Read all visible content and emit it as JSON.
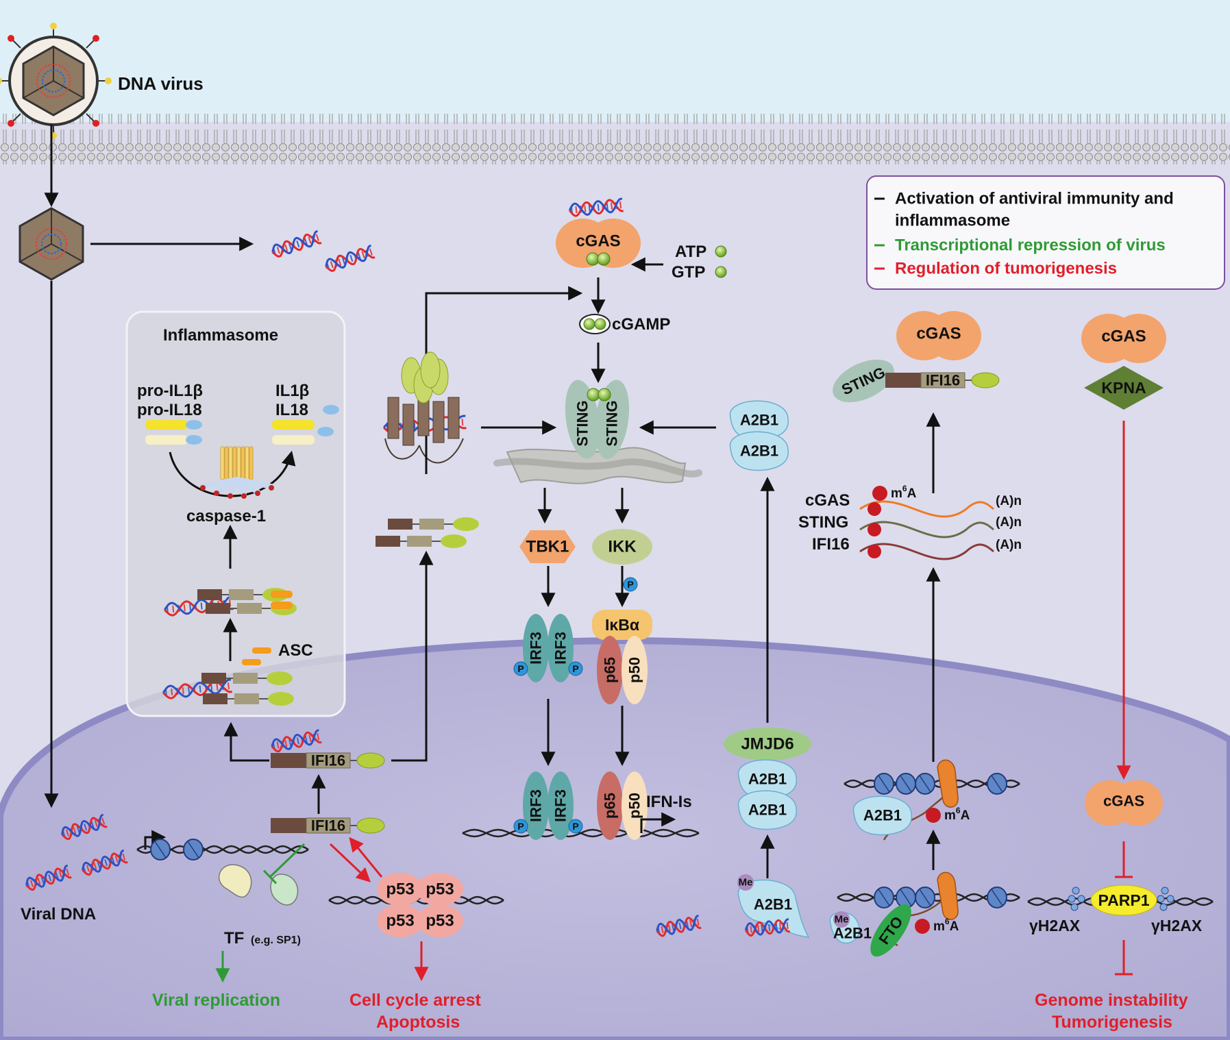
{
  "colors": {
    "extracellular": "#deeff7",
    "cytoplasm": "#dcdcec",
    "nucleus": "#bdb9da",
    "black_path": "#111111",
    "green_path": "#2f9a35",
    "red_path": "#e01f2a",
    "cgas": "#f3a36c",
    "sting": "#a8c4b7",
    "irf3": "#5fa8a8",
    "ikk": "#c2cf93",
    "tbk1": "#f3a36c",
    "ikba": "#f4c46e",
    "p65": "#c86c66",
    "p50": "#f8dfbe",
    "p53": "#f2a8a0",
    "a2b1": "#bde2ef",
    "jmjd6": "#9fcb86",
    "kpna": "#5f7f35",
    "parp1": "#f4ec2c",
    "fto": "#2ea84a",
    "ifi16_dark": "#6b4b3e",
    "ifi16_mid": "#a59c7d",
    "ifi16_end": "#b5cf3c",
    "m6a": "#c81a22",
    "me": "#a98bbf",
    "phospho": "#2f96d8"
  },
  "virus": {
    "label": "DNA virus"
  },
  "viral_dna": {
    "label": "Viral DNA"
  },
  "legend": {
    "lines": [
      {
        "text": "Activation of antiviral immunity and",
        "color": "#111111"
      },
      {
        "text": "inflammasome",
        "color": "#111111"
      },
      {
        "text": "Transcriptional repression of virus",
        "color": "#2f9a35"
      },
      {
        "text": "Regulation of tumorigenesis",
        "color": "#e01f2a"
      }
    ]
  },
  "inflammasome": {
    "title": "Inflammasome",
    "pro_il1b": "pro-IL1β",
    "pro_il18": "pro-IL18",
    "il1b": "IL1β",
    "il18": "IL18",
    "caspase": "caspase-1",
    "asc": "ASC"
  },
  "cgas_pathway": {
    "cgas": "cGAS",
    "atp": "ATP",
    "gtp": "GTP",
    "cgamp": "cGAMP",
    "sting": "STING",
    "tbk1": "TBK1",
    "ikk": "IKK",
    "irf3": "IRF3",
    "ikba": "IκBα",
    "p65": "p65",
    "p50": "p50",
    "p": "P",
    "ifn": "IFN-Is"
  },
  "ifi16": {
    "label": "IFI16"
  },
  "tf": {
    "label": "TF",
    "note": "(e.g. SP1)"
  },
  "p53": {
    "label": "p53"
  },
  "outcomes": {
    "viral_replication": "Viral replication",
    "cell_cycle": "Cell cycle arrest",
    "apoptosis": "Apoptosis",
    "genome": "Genome instability",
    "tumor": "Tumorigenesis"
  },
  "a2b1_branch": {
    "a2b1": "A2B1",
    "jmjd6": "JMJD6",
    "me": "Me"
  },
  "m6a_branch": {
    "cgas": "cGAS",
    "sting": "STING",
    "ifi16": "IFI16",
    "m6a_base": "m",
    "m6a_sup": "6",
    "m6a_tail": "A",
    "polya": "(A)n",
    "fto": "FTO",
    "a2b1": "A2B1",
    "me": "Me"
  },
  "kpna_branch": {
    "cgas": "cGAS",
    "kpna": "KPNA",
    "parp1": "PARP1",
    "gh2ax": "γH2AX"
  }
}
